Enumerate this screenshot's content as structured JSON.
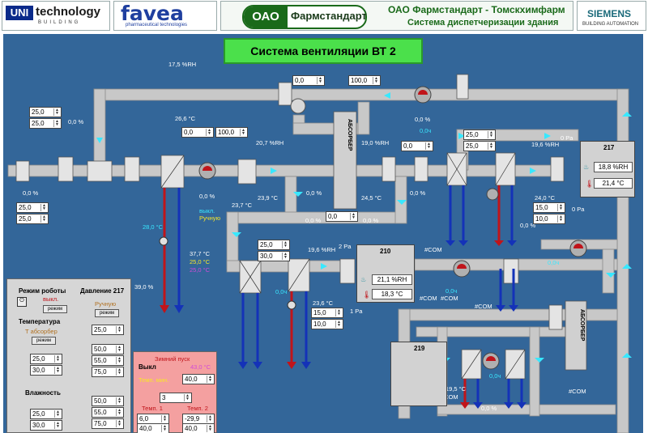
{
  "header": {
    "uni_mark": "UNI",
    "uni_word": "technology",
    "uni_sub": "BUILDING",
    "favea_word": "favea",
    "favea_sub": "pharmaceutical technologies",
    "oao_a": "ОАО",
    "oao_b": "Фармстандарт",
    "company_line1": "ОАО  Фармстандарт - Томскхимфарм",
    "company_line2": "Система диспетчеризации здания",
    "siemens_word": "SIEMENS",
    "siemens_sub": "BUILDING AUTOMATION"
  },
  "title": "Система вентиляции ВТ 2",
  "colors": {
    "background": "#336699",
    "duct": "#c8c8c8",
    "title_green": "#4be04b",
    "flow_red": "#c0141a",
    "flow_blue": "#1432b8",
    "flow_arrow": "#38e8ff",
    "panel_gray": "#d6d6d6",
    "panel_pink": "#f4a0a0"
  },
  "setpoints": {
    "sp_top_a": "0,0",
    "sp_top_b": "100,0",
    "sp_mid_a": "0,0",
    "sp_mid_b": "100,0",
    "sp_left1": "25,0",
    "sp_left2": "25,0",
    "sp_left3": "25,0",
    "sp_left4": "25,0",
    "sp_fan1": "0,0",
    "sp_center_a": "0,0",
    "sp_r1": "25,0",
    "sp_r2": "25,0",
    "sp_r3": "15,0",
    "sp_r4": "10,0",
    "sp_m1": "25,0",
    "sp_m2": "30,0",
    "sp_m3": "15,0",
    "sp_m4": "10,0"
  },
  "sensors": {
    "t_rh_top": "17,5 %RH",
    "t_temp_top": "26,6 °C",
    "t_top_pct": "0,0 %",
    "t_top_0ch": "0,0ч",
    "t_pct_a": "0,0 %",
    "t_pct_b": "0,0 %",
    "t_pct_c": "0,0 %",
    "t_pct_d": "0,0 %",
    "t_pct_e": "0,0 %",
    "t_pct_f": "0,0 %",
    "t_pct_g": "0,0 %",
    "t_pct_h": "0,0 %",
    "t_rh_20": "20,7 %RH",
    "t_23_9": "23,9 °C",
    "t_rh_19": "19,0 %RH",
    "t_24_5": "24,5 °C",
    "t_rh_196": "19,6 %RH",
    "t_0pa": "0 Pa",
    "t_24c": "24,0 °C",
    "t_0pa2": "0 Pa",
    "t_23_7": "23,7 °C",
    "t_28": "28,0 °C",
    "t_off": "выкл.",
    "t_manual": "Ручную",
    "t_37": "37,7 °C",
    "t_25": "25,0 °C",
    "t_25b": "25,0 °C",
    "t_39": "39,0 %",
    "t_2pa": "2 Pa",
    "t_rh_196b": "19,6 %RH",
    "t_23_6": "23,6 °C",
    "t_1pa": "1 Pa",
    "t_0ch_a": "0,0ч",
    "t_0ch_b": "0,0ч",
    "t_0ch_c": "0,0ч",
    "t_com1": "#COM",
    "t_com2": "#COM",
    "t_com3": "#COM",
    "t_com4": "#COM",
    "t_com5": "#COM",
    "t_com6": "#COM",
    "t_19_5": "19,5 °C",
    "t_0ch_d": "0,0ч",
    "t_0pct_cx": "0,0 %"
  },
  "rooms": {
    "r217": {
      "title": "217",
      "rh": "18,8 %RH",
      "temp": "21,4 °C"
    },
    "r210": {
      "title": "210",
      "rh": "21,1 %RH",
      "temp": "18,3 °C"
    },
    "r219": {
      "title": "219"
    }
  },
  "absorber1": "АБСОРБЕР",
  "absorber2": "АБСОРБЕР",
  "control_panel": {
    "mode_label": "Режим роботы",
    "mode_value": "выкл.",
    "mode_btn": "режим",
    "pressure_label": "Давление 217",
    "pressure_value": "Ручную",
    "pressure_btn": "режим",
    "pressure_sp": "25,0",
    "temp_label": "Температура",
    "temp_sub": "Т абсорбер",
    "temp_btn": "режим",
    "temp_sp1": "25,0",
    "temp_sp2": "30,0",
    "temp_r1": "50,0",
    "temp_r2": "55,0",
    "temp_r3": "75,0",
    "hum_label": "Влажность",
    "hum_sp1": "25,0",
    "hum_sp2": "30,0",
    "hum_r1": "50,0",
    "hum_r2": "55,0",
    "hum_r3": "75,0"
  },
  "winter_panel": {
    "title": "Зимний пуск",
    "state": "Выкл",
    "temp_value": "43,0 °C",
    "temp_min_label": "Темп. мин.",
    "temp_min_sp": "40,0",
    "sp_count": "3",
    "left_label": "Темп. 1",
    "right_label": "Темп. 2",
    "sp_l1": "6,0",
    "sp_l2": "40,0",
    "sp_r1": "-29,9",
    "sp_r2": "40,0"
  }
}
